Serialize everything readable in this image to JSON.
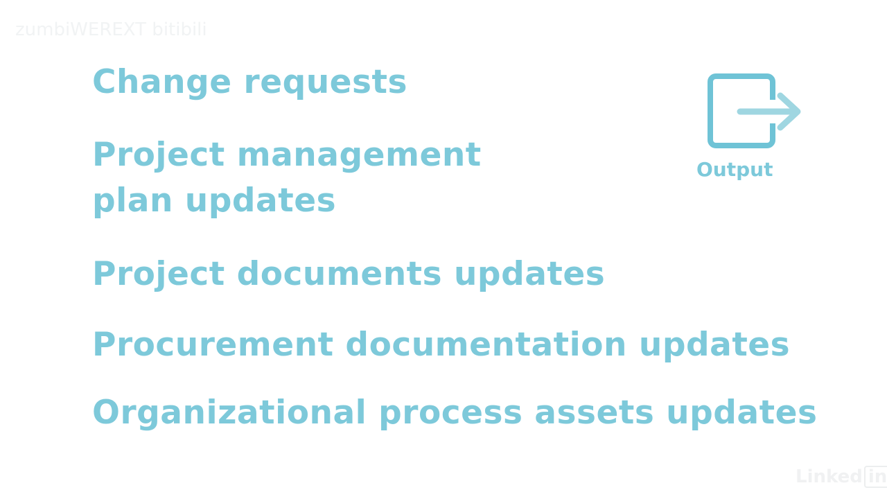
{
  "watermark": "zumbiWEREXT bitibili",
  "items": [
    {
      "text": "Change requests"
    },
    {
      "text": "Project management"
    },
    {
      "text": "plan updates"
    },
    {
      "text": "Project documents updates"
    },
    {
      "text": "Procurement documentation updates"
    },
    {
      "text": "Organizational process assets updates"
    }
  ],
  "badge": {
    "icon": "output-exit-arrow-icon",
    "label": "Output"
  },
  "brand": {
    "word": "Linked",
    "suffix": "in"
  },
  "colors": {
    "text": "#7dc9da",
    "icon_frame": "#6fc3d6",
    "icon_arrow": "#9fd6e1"
  }
}
